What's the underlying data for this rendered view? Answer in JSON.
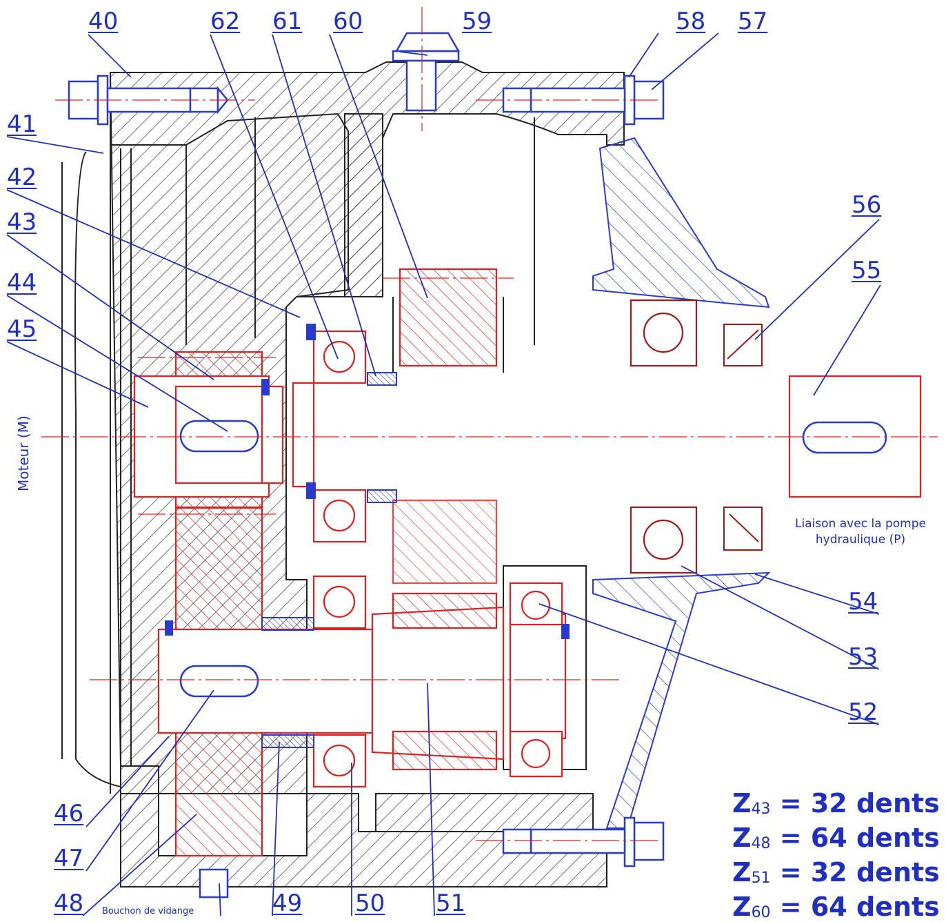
{
  "labels": {
    "n40": "40",
    "n41": "41",
    "n42": "42",
    "n43": "43",
    "n44": "44",
    "n45": "45",
    "n46": "46",
    "n47": "47",
    "n48": "48",
    "n49": "49",
    "n50": "50",
    "n51": "51",
    "n52": "52",
    "n53": "53",
    "n54": "54",
    "n55": "55",
    "n56": "56",
    "n57": "57",
    "n58": "58",
    "n59": "59",
    "n60": "60",
    "n61": "61",
    "n62": "62"
  },
  "annotations": {
    "motor": "Moteur (M)",
    "drain_plug": "Bouchon de vidange",
    "pump_link_line1": "Liaison avec la pompe",
    "pump_link_line2": "hydraulique (P)"
  },
  "teeth": [
    {
      "sym": "Z",
      "sub": "43",
      "text": " = 32 dents"
    },
    {
      "sym": "Z",
      "sub": "48",
      "text": " = 64 dents"
    },
    {
      "sym": "Z",
      "sub": "51",
      "text": " = 32 dents"
    },
    {
      "sym": "Z",
      "sub": "60",
      "text": " = 64 dents"
    }
  ],
  "colors": {
    "blue": "#1f2fbf",
    "red": "#e02020",
    "black": "#222222"
  }
}
